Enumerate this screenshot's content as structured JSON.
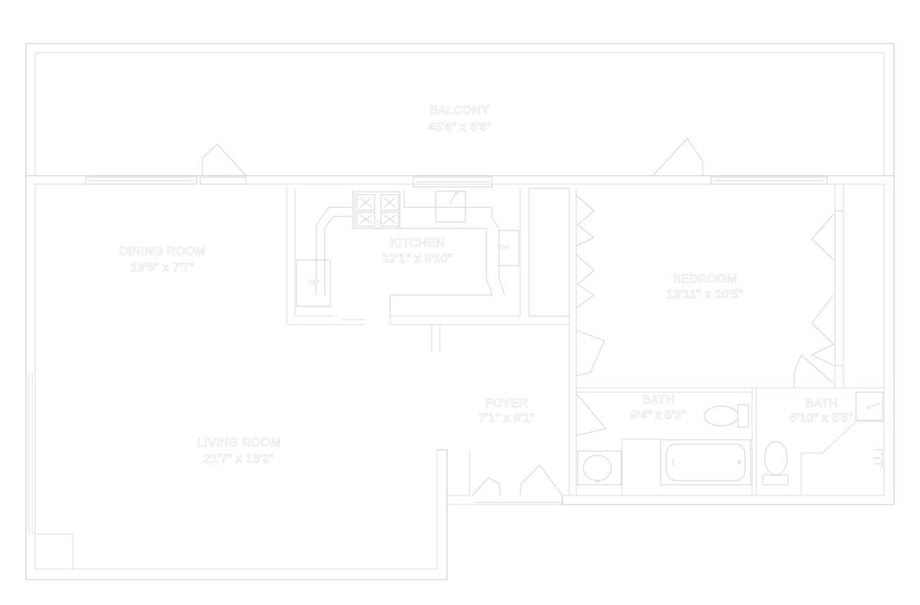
{
  "plan": {
    "rooms": [
      {
        "id": "balcony",
        "name": "BALCONY",
        "dims": "45'6\" x 6'6\""
      },
      {
        "id": "dining",
        "name": "DINING ROOM",
        "dims": "13'6\" x 7'7\""
      },
      {
        "id": "kitchen",
        "name": "KITCHEN",
        "dims": "12'1\" x 8'10\""
      },
      {
        "id": "bedroom",
        "name": "BEDROOM",
        "dims": "13'11\" x 10'5\""
      },
      {
        "id": "living",
        "name": "LIVING ROOM",
        "dims": "21'7\" x 13'2\""
      },
      {
        "id": "foyer",
        "name": "FOYER",
        "dims": "7'1\" x 9'1\""
      },
      {
        "id": "bath1",
        "name": "BATH",
        "dims": "9'4\" x 5'3\""
      },
      {
        "id": "bath2",
        "name": "BATH",
        "dims": "6'10\" x 5'5\""
      }
    ],
    "appliances": {
      "refrigerator": "REF",
      "dishwasher": "DW",
      "oven": "ST"
    }
  }
}
